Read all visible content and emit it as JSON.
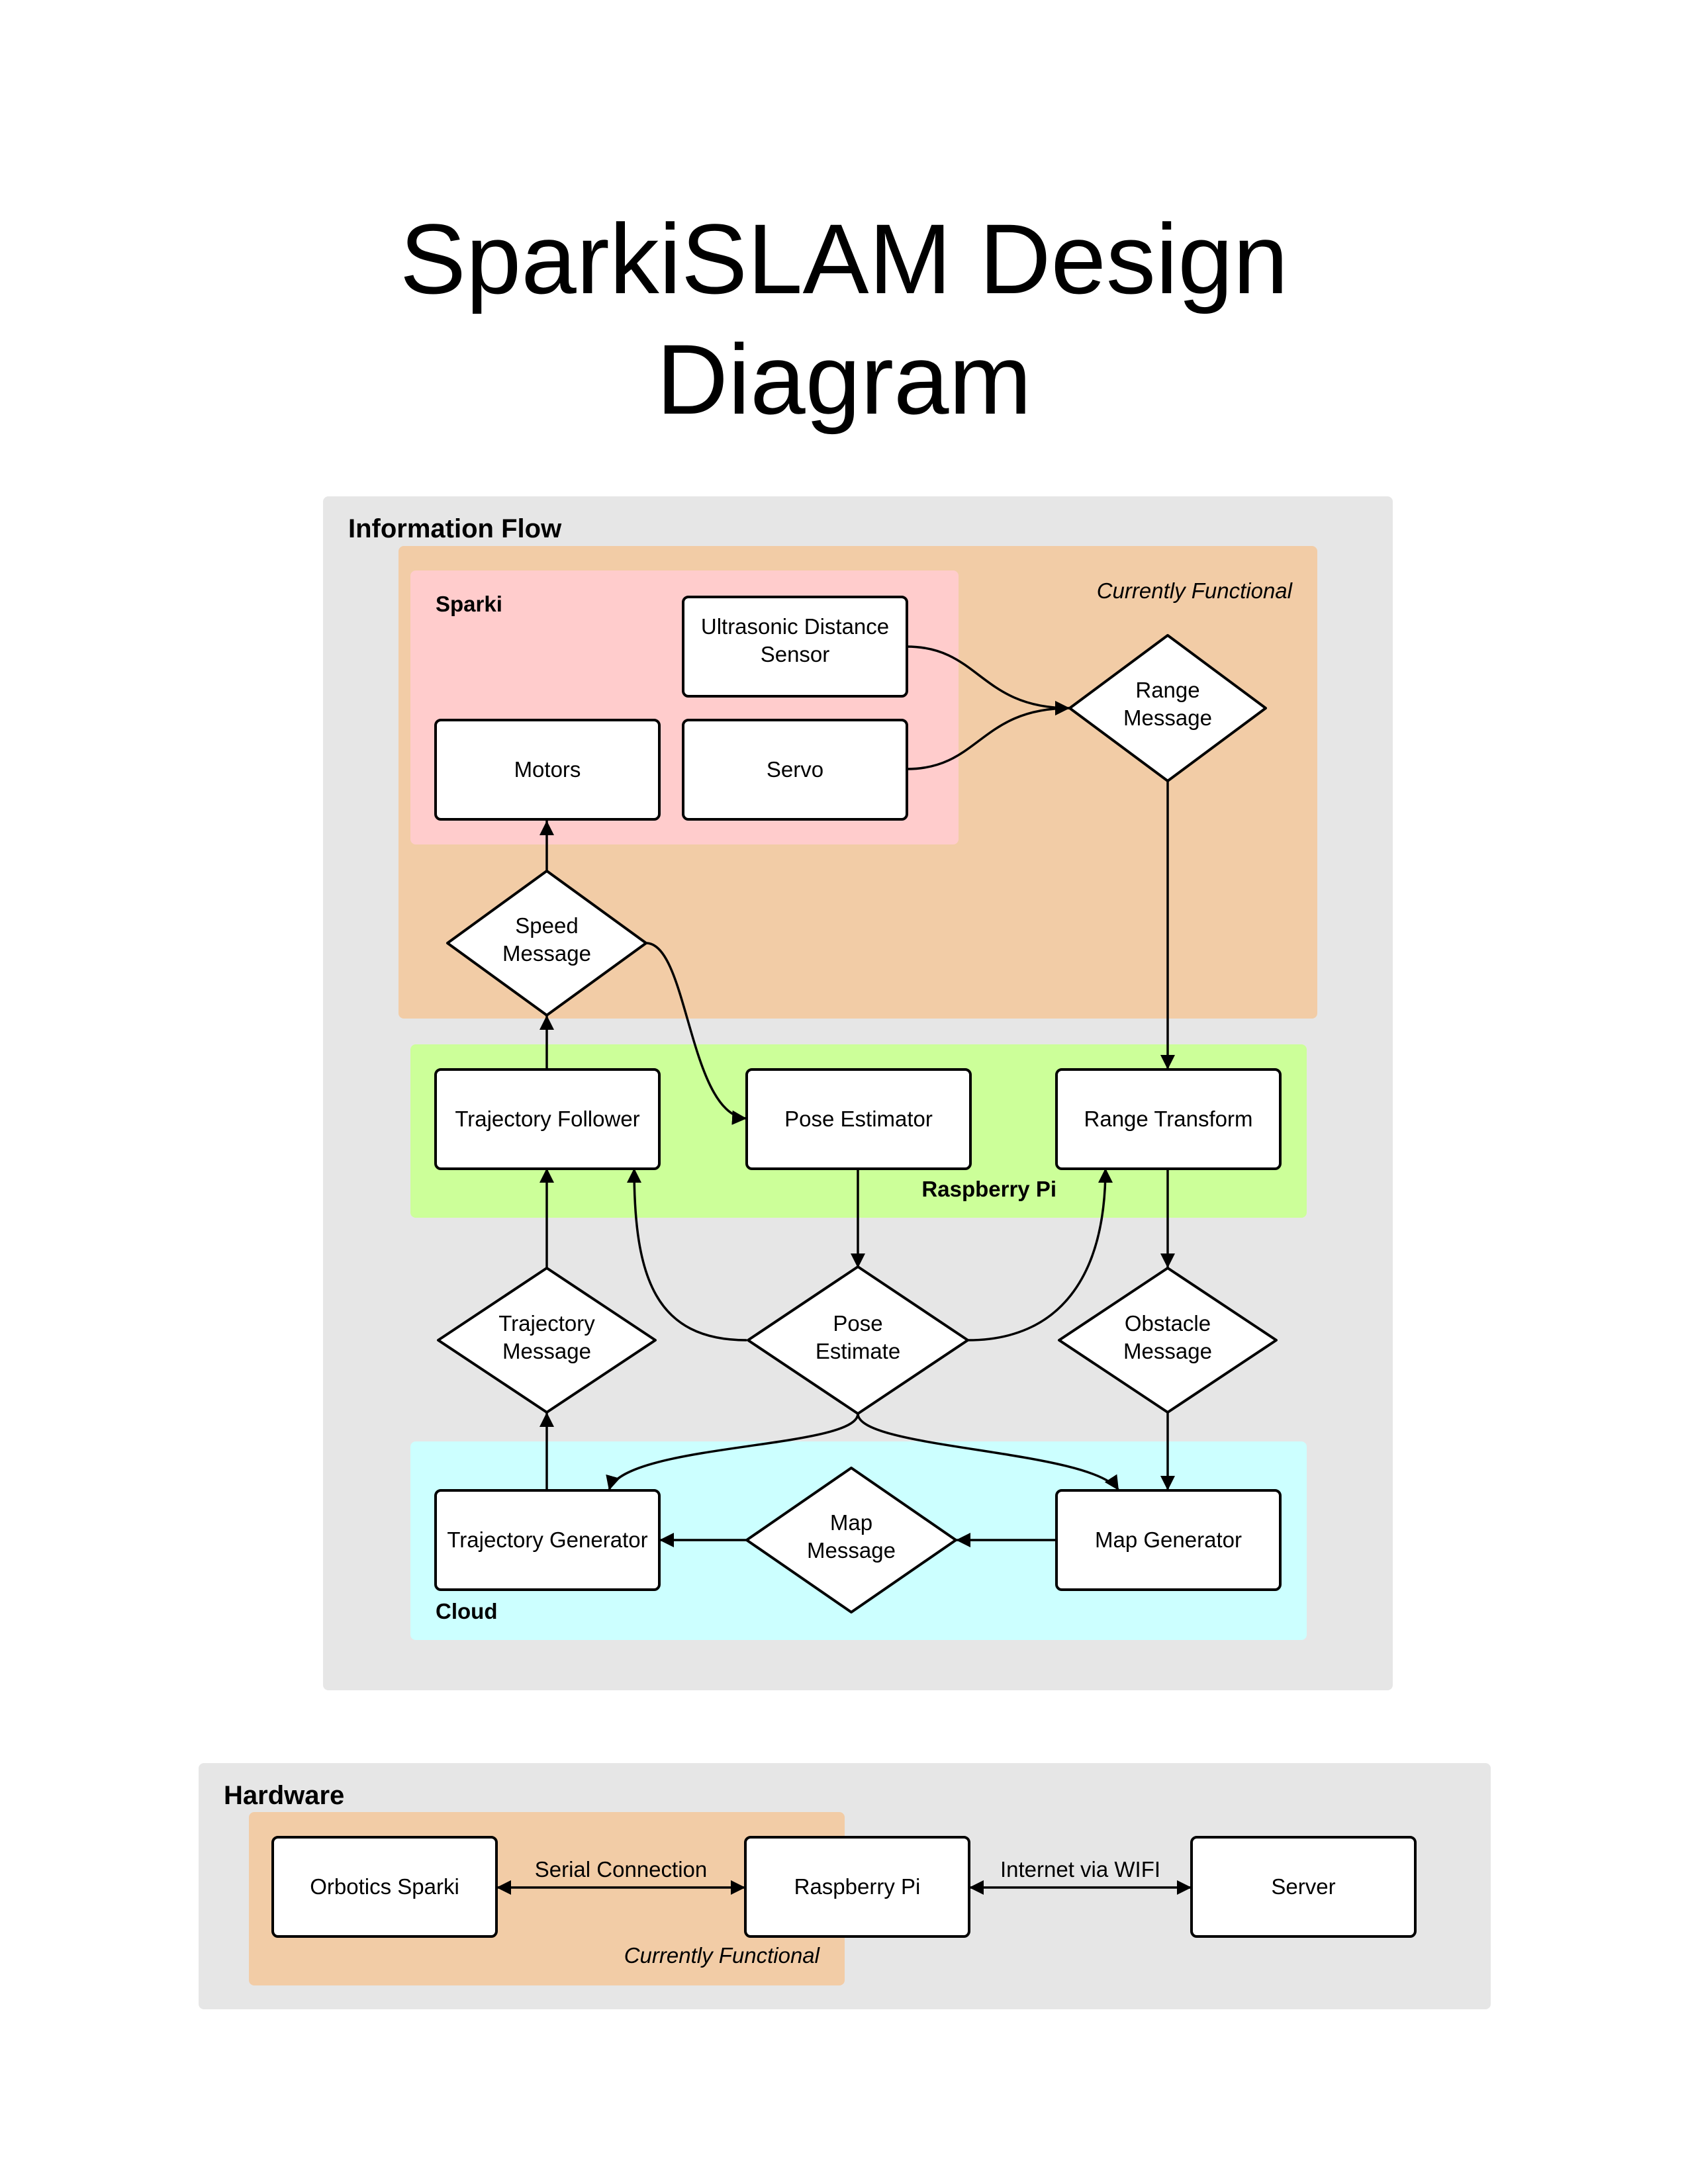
{
  "title": {
    "line1": "SparkiSLAM Design",
    "line2": "Diagram"
  },
  "colors": {
    "panel": "#e6e6e6",
    "functional": "#f2cca6",
    "sparki": "#ffcccc",
    "raspberry_pi": "#ccff99",
    "cloud": "#ccffff"
  },
  "info_flow": {
    "panel_label": "Information Flow",
    "functional_note": "Currently Functional",
    "groups": {
      "sparki": "Sparki",
      "raspberry_pi": "Raspberry Pi",
      "cloud": "Cloud"
    },
    "nodes": {
      "ultrasonic": {
        "line1": "Ultrasonic Distance",
        "line2": "Sensor"
      },
      "motors": "Motors",
      "servo": "Servo",
      "range_message": {
        "line1": "Range",
        "line2": "Message"
      },
      "speed_message": {
        "line1": "Speed",
        "line2": "Message"
      },
      "trajectory_follower": "Trajectory Follower",
      "pose_estimator": "Pose Estimator",
      "range_transform": "Range Transform",
      "trajectory_message": {
        "line1": "Trajectory",
        "line2": "Message"
      },
      "pose_estimate": {
        "line1": "Pose",
        "line2": "Estimate"
      },
      "obstacle_message": {
        "line1": "Obstacle",
        "line2": "Message"
      },
      "trajectory_generator": "Trajectory Generator",
      "map_message": {
        "line1": "Map",
        "line2": "Message"
      },
      "map_generator": "Map Generator"
    }
  },
  "hardware": {
    "panel_label": "Hardware",
    "functional_note": "Currently Functional",
    "nodes": {
      "sparki": "Orbotics Sparki",
      "raspberry_pi": "Raspberry Pi",
      "server": "Server"
    },
    "links": {
      "serial": "Serial Connection",
      "wifi": "Internet via WIFI"
    }
  }
}
